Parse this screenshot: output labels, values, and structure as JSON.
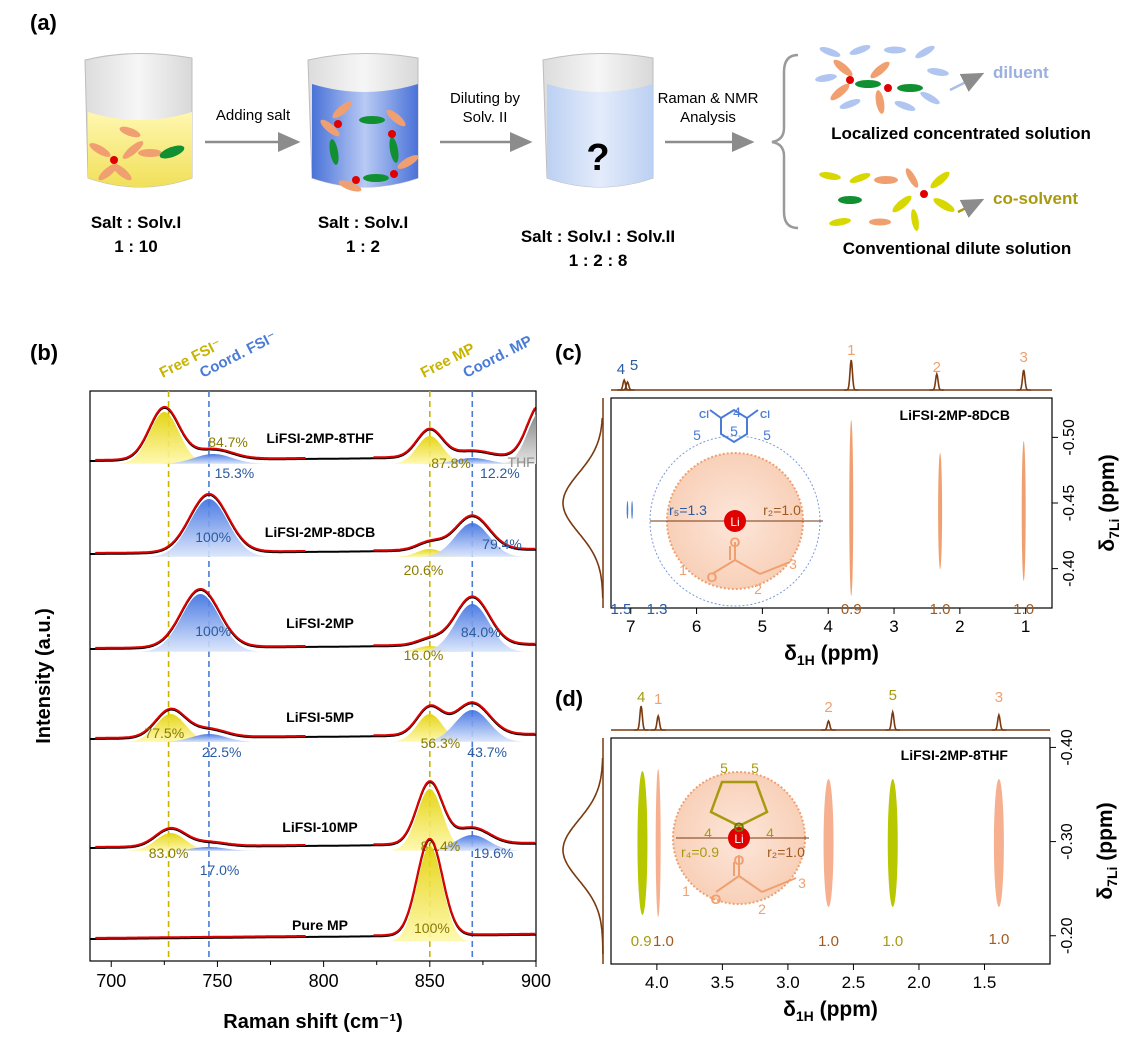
{
  "panel_a": {
    "label": "(a)",
    "arrow1": "Adding salt",
    "arrow2": [
      "Diluting by",
      "Solv. II"
    ],
    "arrow3": [
      "Raman & NMR",
      "Analysis"
    ],
    "question": "?",
    "beakers": [
      {
        "ratio_label": "Salt : Solv.I",
        "ratio": "1 : 10"
      },
      {
        "ratio_label": "Salt : Solv.I",
        "ratio": "1 : 2"
      },
      {
        "ratio_label": "Salt : Solv.I : Solv.II",
        "ratio": "1 : 2 : 8"
      }
    ],
    "outcome_lcs": {
      "tag": "diluent",
      "title": "Localized concentrated solution"
    },
    "outcome_cds": {
      "tag": "co-solvent",
      "title": "Conventional dilute solution"
    }
  },
  "chart_data": [
    {
      "panel": "(b)",
      "type": "line",
      "xlabel": "Raman shift (cm⁻¹)",
      "ylabel": "Intensity (a.u.)",
      "xlim": [
        690,
        900
      ],
      "xticks": [
        "700",
        "750",
        "800",
        "850",
        "900"
      ],
      "reference_lines": [
        {
          "label": "Free FSI⁻",
          "x": 727,
          "color": "#c8b400"
        },
        {
          "label": "Coord. FSI⁻",
          "x": 746,
          "color": "#4a7cd6"
        },
        {
          "label": "Free MP",
          "x": 850,
          "color": "#c8b400"
        },
        {
          "label": "Coord. MP",
          "x": 870,
          "color": "#4a7cd6"
        }
      ],
      "series": [
        {
          "name": "LiFSI-2MP-8THF",
          "labels": [
            "84.7%",
            "15.3%",
            "87.8%",
            "12.2%"
          ],
          "extra": "THF"
        },
        {
          "name": "LiFSI-2MP-8DCB",
          "labels": [
            "100%",
            "20.6%",
            "79.4%"
          ]
        },
        {
          "name": "LiFSI-2MP",
          "labels": [
            "100%",
            "16.0%",
            "84.0%"
          ]
        },
        {
          "name": "LiFSI-5MP",
          "labels": [
            "77.5%",
            "22.5%",
            "56.3%",
            "43.7%"
          ]
        },
        {
          "name": "LiFSI-10MP",
          "labels": [
            "83.0%",
            "17.0%",
            "80.4%",
            "19.6%"
          ]
        },
        {
          "name": "Pure MP",
          "labels": [
            "100%"
          ]
        }
      ]
    },
    {
      "panel": "(c)",
      "type": "heatmap",
      "title": "LiFSI-2MP-8DCB",
      "xlabel": "δ",
      "xlabel_sub": "1H",
      "xlabel_unit": " (ppm)",
      "ylabel": "δ",
      "ylabel_sub": "7Li",
      "ylabel_unit": " (ppm)",
      "xlim": [
        7.3,
        0.6
      ],
      "xticks": [
        "7",
        "6",
        "5",
        "4",
        "3",
        "2",
        "1"
      ],
      "ylim": [
        -0.37,
        -0.53
      ],
      "yticks": [
        "-0.40",
        "-0.45",
        "-0.50"
      ],
      "peak_labels": [
        "4",
        "5",
        "1",
        "2",
        "3"
      ],
      "integrals": [
        "1.5",
        "1.3",
        "0.9",
        "1.0",
        "1.0"
      ],
      "molecule_labels": [
        "4",
        "5",
        "5",
        "5",
        "Cl",
        "Cl",
        "O",
        "O",
        "1",
        "2",
        "3"
      ],
      "r_labels": [
        "r₅=1.3",
        "r₂=1.0"
      ],
      "center": "Li"
    },
    {
      "panel": "(d)",
      "type": "heatmap",
      "title": "LiFSI-2MP-8THF",
      "xlabel": "δ",
      "xlabel_sub": "1H",
      "xlabel_unit": " (ppm)",
      "ylabel": "δ",
      "ylabel_sub": "7Li",
      "ylabel_unit": " (ppm)",
      "xlim": [
        4.35,
        1.0
      ],
      "xticks": [
        "4.0",
        "3.5",
        "3.0",
        "2.5",
        "2.0",
        "1.5"
      ],
      "ylim": [
        -0.17,
        -0.41
      ],
      "yticks": [
        "-0.20",
        "-0.30",
        "-0.40"
      ],
      "peak_labels": [
        "4",
        "1",
        "2",
        "5",
        "3"
      ],
      "integrals": [
        "0.9",
        "1.0",
        "1.0",
        "1.0",
        "1.0"
      ],
      "molecule_labels": [
        "5",
        "5",
        "4",
        "4",
        "O",
        "O",
        "O",
        "1",
        "2",
        "3"
      ],
      "r_labels": [
        "r₄=0.9",
        "r₂=1.0"
      ],
      "center": "Li"
    }
  ],
  "colors": {
    "yellow": "#c8b400",
    "blue": "#4a7cd6",
    "orange": "#f0a070",
    "brown": "#7a3a10",
    "green": "#109030",
    "red": "#e00000"
  }
}
